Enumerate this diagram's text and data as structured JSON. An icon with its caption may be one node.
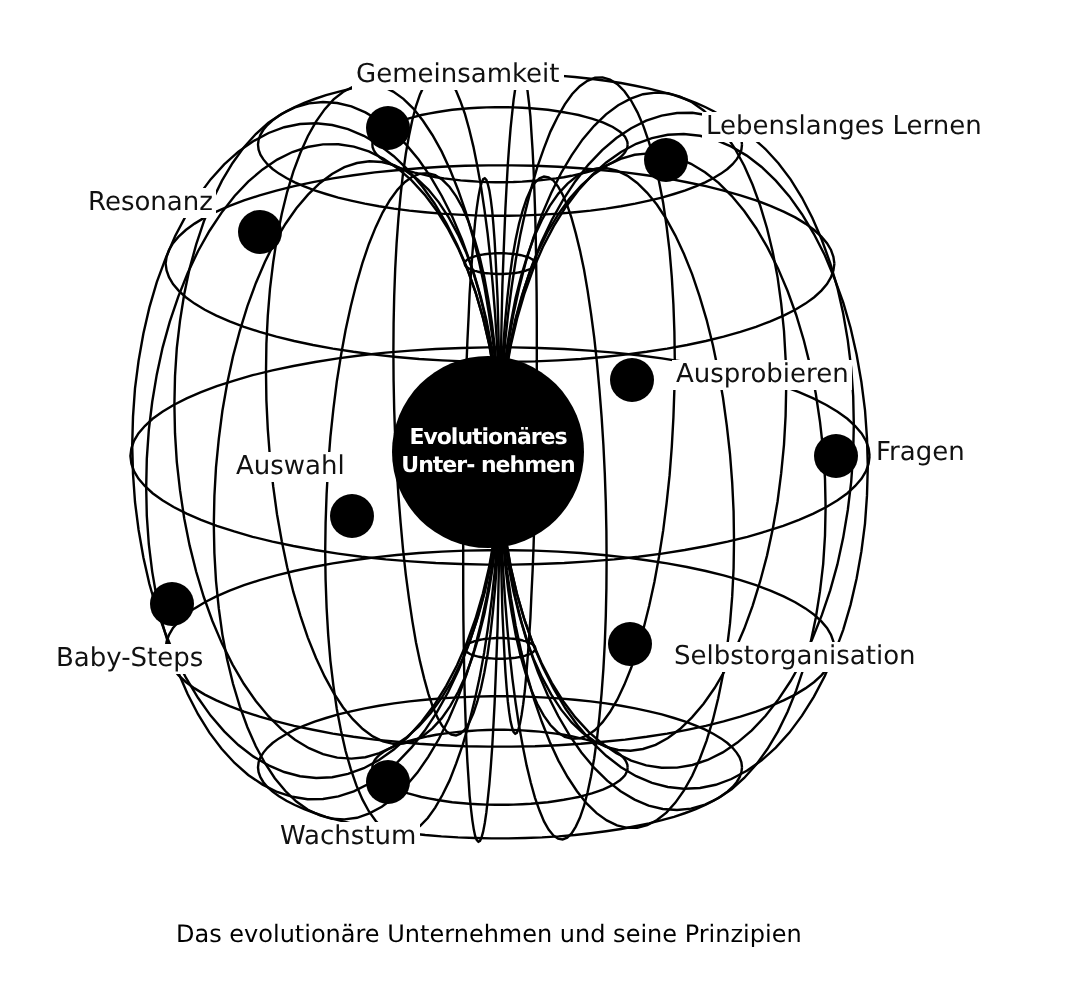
{
  "diagram": {
    "caption": "Das evolutionäre Unternehmen und seine Prinzipien",
    "nodes": [
      {
        "text": [],
        "shape": "circle",
        "beside": [
          "Gemeinsamkeit"
        ]
      },
      {
        "text": [],
        "shape": "circle",
        "beside": [
          "Lebenslanges Lernen"
        ]
      },
      {
        "text": [],
        "shape": "circle",
        "beside": [
          "Resonanz"
        ]
      },
      {
        "text": [],
        "shape": "circle",
        "beside": [
          "Ausprobieren"
        ]
      },
      {
        "text": [
          "Evolutionäres Unter- nehmen"
        ]
      },
      {
        "text": [],
        "shape": "circle",
        "beside": [
          "Fragen"
        ]
      },
      {
        "text": [],
        "shape": "circle",
        "beside": [
          "Auswahl"
        ]
      },
      {
        "text": [],
        "shape": "circle",
        "beside": [
          "Baby-Steps"
        ]
      },
      {
        "text": [],
        "shape": "circle",
        "beside": [
          "Selbstorganisation"
        ]
      },
      {
        "text": [],
        "shape": "circle",
        "beside": [
          "Wachstum"
        ]
      }
    ],
    "edges": []
  }
}
